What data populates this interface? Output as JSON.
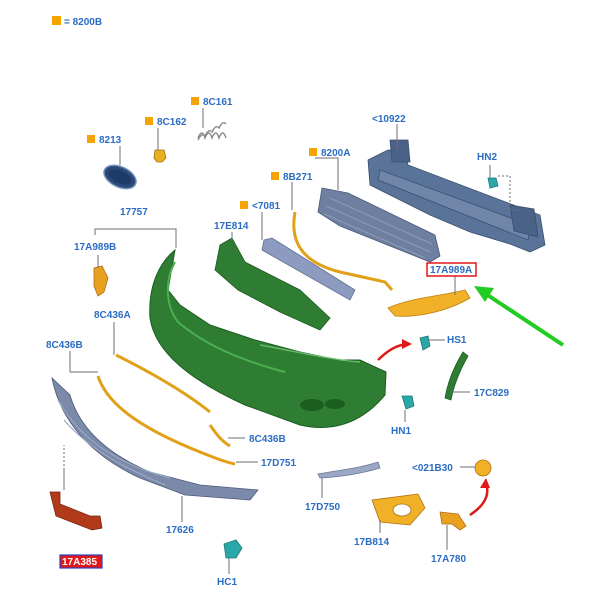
{
  "legend": {
    "text": "= 8200B",
    "swatch_color": "#f5a400"
  },
  "labels": {
    "p8C161": "8C161",
    "p8C162": "8C162",
    "p8213": "8213",
    "p10922": "<10922",
    "pHN2": "HN2",
    "p8200A": "8200A",
    "p8B271": "8B271",
    "p7081": "<7081",
    "p17757": "17757",
    "p17E814": "17E814",
    "p17A989B": "17A989B",
    "p17A989A": "17A989A",
    "p8C436A": "8C436A",
    "p8C436B_left": "8C436B",
    "pHS1": "HS1",
    "p17C829": "17C829",
    "pHN1": "HN1",
    "p8C436B_right": "8C436B",
    "p17D751": "17D751",
    "p021B30": "<021B30",
    "p17D750": "17D750",
    "p17626": "17626",
    "p17B814": "17B814",
    "p17A780": "17A780",
    "p17A385": "17A385",
    "pHC1": "HC1"
  },
  "colors": {
    "label_blue": "#2b6cc4",
    "callout_red": "#e01818",
    "pointer_green": "#22cc22",
    "bumper_green": "#2e7d32",
    "part_gray": "#7a8aa8",
    "part_orange": "#e8a020",
    "part_teal": "#2aa8a8"
  }
}
